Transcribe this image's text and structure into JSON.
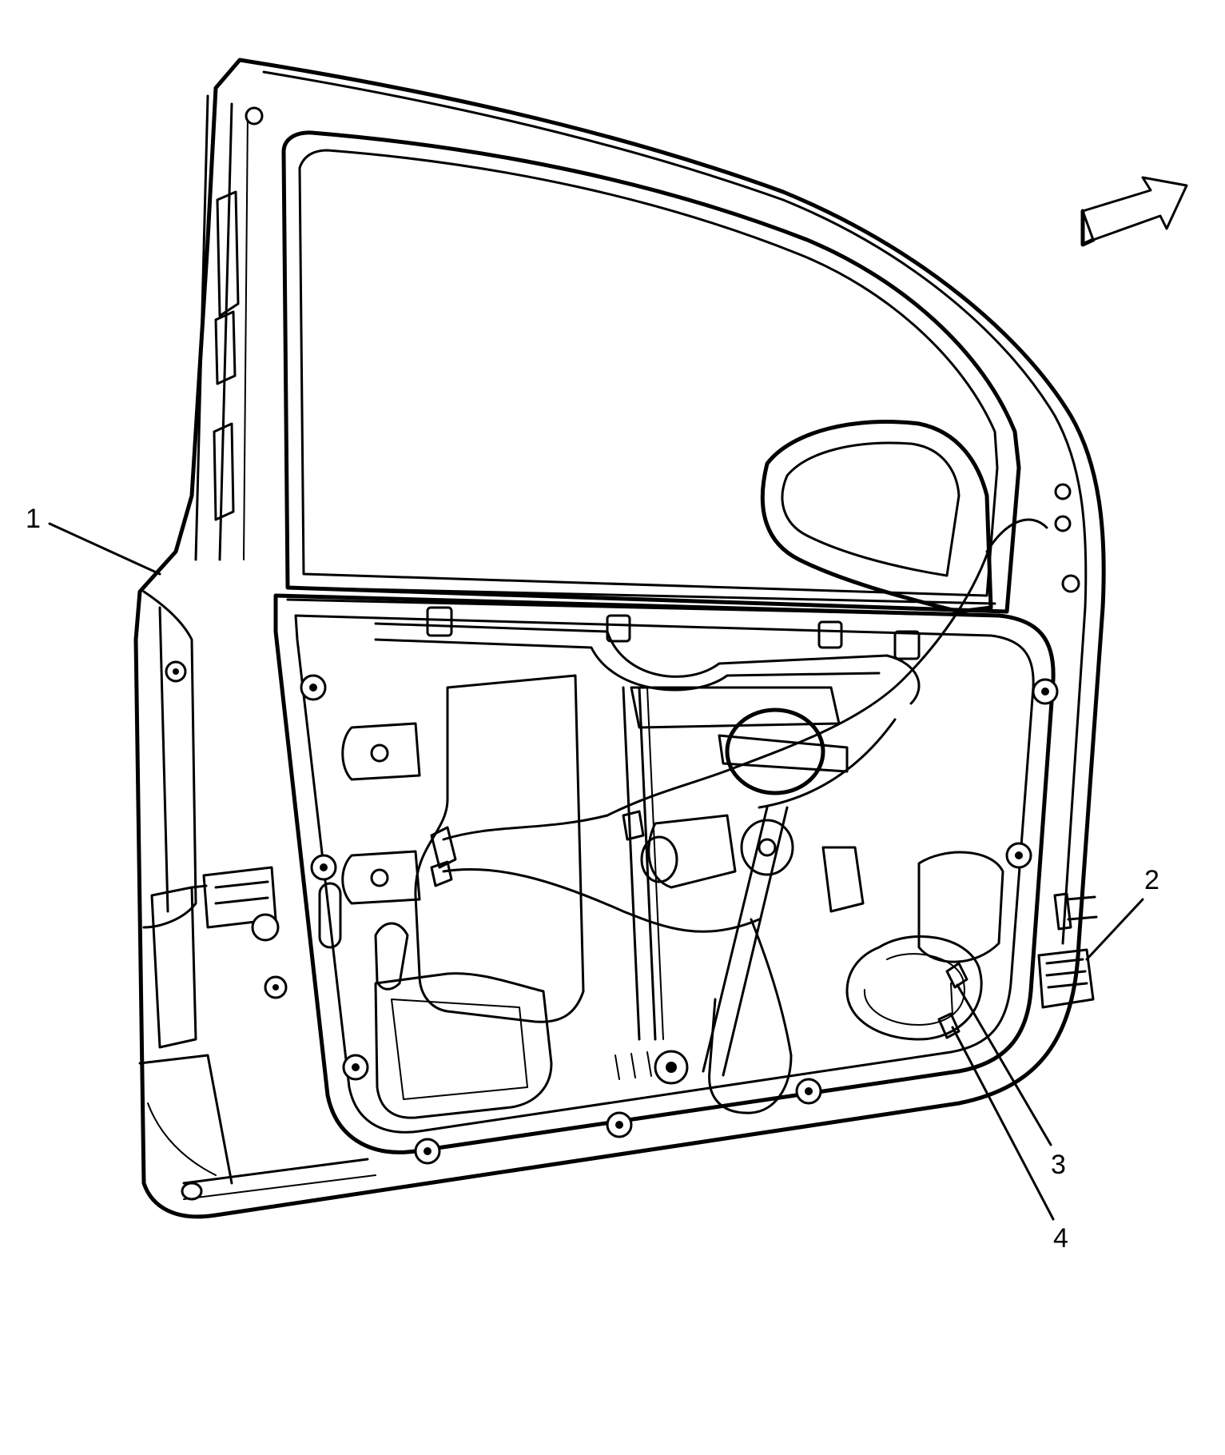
{
  "callouts": [
    {
      "id": 1,
      "label": "1"
    },
    {
      "id": 2,
      "label": "2"
    },
    {
      "id": 3,
      "label": "3"
    },
    {
      "id": 4,
      "label": "4"
    }
  ],
  "icons": {
    "direction": "direction-arrow-icon"
  },
  "colors": {
    "line": "#000000",
    "background": "#ffffff"
  }
}
